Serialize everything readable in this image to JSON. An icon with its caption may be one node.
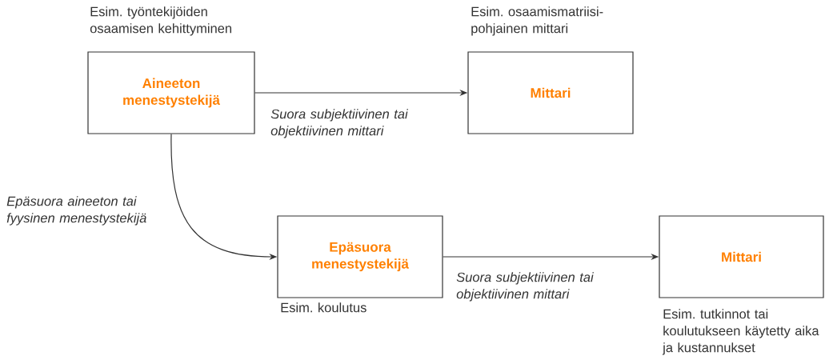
{
  "diagram": {
    "nodes": [
      {
        "text": [
          "Aineeton menestystekijä"
        ],
        "beside": [
          "Esim. työntekijöiden osaamisen kehittyminen"
        ]
      },
      {
        "text": [
          "Mittari"
        ],
        "beside": [
          "Esim. osaamismatriisi-pohjainen mittari"
        ]
      },
      {
        "text": [
          "Epäsuora menestystekijä"
        ],
        "beside": [
          "Esim. koulutus"
        ]
      },
      {
        "text": [
          "Mittari"
        ],
        "beside": [
          "Esim. tutkinnot tai koulutukseen käytetty aika ja kustannukset"
        ]
      }
    ],
    "edges": [
      {
        "from": 0,
        "to": 1,
        "arrow": "to",
        "label": "Suora subjektiivinen tai objektiivinen mittari"
      },
      {
        "from": 0,
        "to": 2,
        "arrow": "to",
        "label": "Epäsuora aineeton tai fyysinen menestystekijä"
      },
      {
        "from": 2,
        "to": 3,
        "arrow": "to",
        "label": "Suora subjektiivinen tai objektiivinen mittari"
      }
    ]
  }
}
